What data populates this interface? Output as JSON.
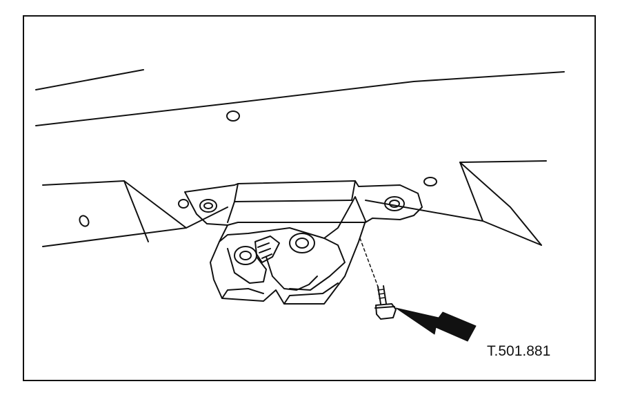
{
  "figure": {
    "reference_code": "T.501.881",
    "line_color": "#111111",
    "background_color": "#ffffff",
    "components": [
      "body-panel",
      "lock-mechanism",
      "fixing-bolt",
      "indicator-arrow"
    ]
  }
}
